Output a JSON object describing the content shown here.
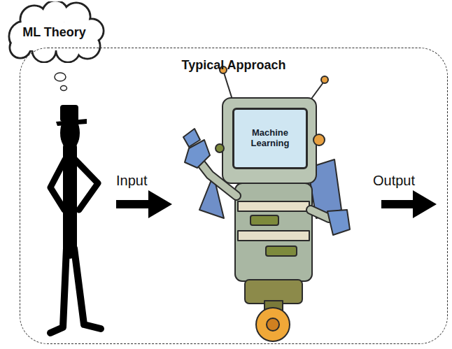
{
  "diagram": {
    "nodes": [
      {
        "text": [
          "ML Theory"
        ]
      },
      {
        "text": [
          "Typical Approach"
        ]
      },
      {
        "text": [
          "Machine Learning"
        ],
        "in": 1
      }
    ],
    "labels": [
      "Input",
      "Output"
    ]
  }
}
